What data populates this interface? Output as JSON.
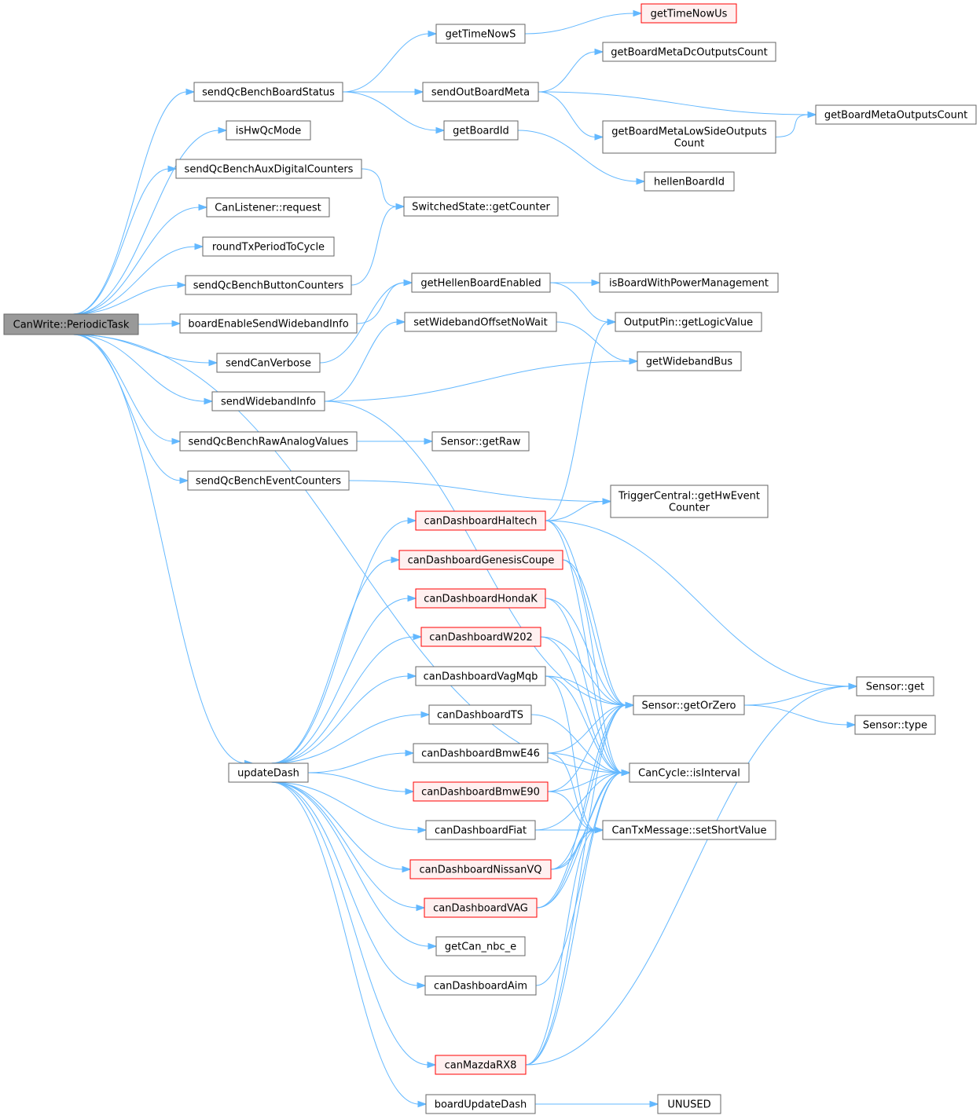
{
  "diagram": {
    "nodes": [
      {
        "id": "periodic",
        "label": "CanWrite::PeriodicTask",
        "style": "root"
      },
      {
        "id": "sendQcStatus",
        "label": "sendQcBenchBoardStatus"
      },
      {
        "id": "isHwQc",
        "label": "isHwQcMode"
      },
      {
        "id": "sendQcAux",
        "label": "sendQcBenchAuxDigitalCounters"
      },
      {
        "id": "canListener",
        "label": "CanListener::request"
      },
      {
        "id": "roundTx",
        "label": "roundTxPeriodToCycle"
      },
      {
        "id": "sendQcButton",
        "label": "sendQcBenchButtonCounters"
      },
      {
        "id": "boardEnableWb",
        "label": "boardEnableSendWidebandInfo"
      },
      {
        "id": "sendCanVerbose",
        "label": "sendCanVerbose"
      },
      {
        "id": "sendWbInfo",
        "label": "sendWidebandInfo"
      },
      {
        "id": "sendQcRaw",
        "label": "sendQcBenchRawAnalogValues"
      },
      {
        "id": "sendQcEvent",
        "label": "sendQcBenchEventCounters"
      },
      {
        "id": "updateDash",
        "label": "updateDash"
      },
      {
        "id": "getTimeNowS",
        "label": "getTimeNowS"
      },
      {
        "id": "getTimeNowUs",
        "label": "getTimeNowUs",
        "style": "red"
      },
      {
        "id": "sendOutBoardMeta",
        "label": "sendOutBoardMeta"
      },
      {
        "id": "getBoardId",
        "label": "getBoardId"
      },
      {
        "id": "metaDc",
        "label": "getBoardMetaDcOutputsCount"
      },
      {
        "id": "metaLow",
        "label": [
          "getBoardMetaLowSideOutputs",
          "Count"
        ]
      },
      {
        "id": "metaOut",
        "label": "getBoardMetaOutputsCount"
      },
      {
        "id": "hellenBoardId",
        "label": "hellenBoardId"
      },
      {
        "id": "switchedState",
        "label": "SwitchedState::getCounter"
      },
      {
        "id": "getHellenEnabled",
        "label": "getHellenBoardEnabled"
      },
      {
        "id": "isBoardPower",
        "label": "isBoardWithPowerManagement"
      },
      {
        "id": "getLogicValue",
        "label": "OutputPin::getLogicValue"
      },
      {
        "id": "setWbOffset",
        "label": "setWidebandOffsetNoWait"
      },
      {
        "id": "getWbBus",
        "label": "getWidebandBus"
      },
      {
        "id": "sensorGetRaw",
        "label": "Sensor::getRaw"
      },
      {
        "id": "triggerCentral",
        "label": [
          "TriggerCentral::getHwEvent",
          "Counter"
        ]
      },
      {
        "id": "dashHaltech",
        "label": "canDashboardHaltech",
        "style": "red"
      },
      {
        "id": "dashGenesis",
        "label": "canDashboardGenesisCoupe",
        "style": "red"
      },
      {
        "id": "dashHonda",
        "label": "canDashboardHondaK",
        "style": "red"
      },
      {
        "id": "dashW202",
        "label": "canDashboardW202",
        "style": "red"
      },
      {
        "id": "dashVagMqb",
        "label": "canDashboardVagMqb"
      },
      {
        "id": "dashTS",
        "label": "canDashboardTS"
      },
      {
        "id": "dashE46",
        "label": "canDashboardBmwE46"
      },
      {
        "id": "dashE90",
        "label": "canDashboardBmwE90",
        "style": "red"
      },
      {
        "id": "dashFiat",
        "label": "canDashboardFiat"
      },
      {
        "id": "dashNissan",
        "label": "canDashboardNissanVQ",
        "style": "red"
      },
      {
        "id": "dashVAG",
        "label": "canDashboardVAG",
        "style": "red"
      },
      {
        "id": "getCanNbc",
        "label": "getCan_nbc_e"
      },
      {
        "id": "dashAim",
        "label": "canDashboardAim"
      },
      {
        "id": "mazdaRX8",
        "label": "canMazdaRX8",
        "style": "red"
      },
      {
        "id": "boardUpdateDash",
        "label": "boardUpdateDash"
      },
      {
        "id": "getOrZero",
        "label": "Sensor::getOrZero"
      },
      {
        "id": "isInterval",
        "label": "CanCycle::isInterval"
      },
      {
        "id": "setShort",
        "label": "CanTxMessage::setShortValue"
      },
      {
        "id": "unused",
        "label": "UNUSED"
      },
      {
        "id": "sensorGet",
        "label": "Sensor::get"
      },
      {
        "id": "sensorType",
        "label": "Sensor::type"
      }
    ],
    "edges": [
      [
        "periodic",
        "sendQcStatus"
      ],
      [
        "periodic",
        "isHwQc"
      ],
      [
        "periodic",
        "sendQcAux"
      ],
      [
        "periodic",
        "canListener"
      ],
      [
        "periodic",
        "roundTx"
      ],
      [
        "periodic",
        "sendQcButton"
      ],
      [
        "periodic",
        "boardEnableWb"
      ],
      [
        "periodic",
        "sendCanVerbose"
      ],
      [
        "periodic",
        "sendWbInfo"
      ],
      [
        "periodic",
        "sendQcRaw"
      ],
      [
        "periodic",
        "sendQcEvent"
      ],
      [
        "periodic",
        "updateDash"
      ],
      [
        "periodic",
        "isInterval"
      ],
      [
        "sendQcStatus",
        "getTimeNowS"
      ],
      [
        "sendQcStatus",
        "sendOutBoardMeta"
      ],
      [
        "sendQcStatus",
        "getBoardId"
      ],
      [
        "getTimeNowS",
        "getTimeNowUs"
      ],
      [
        "sendOutBoardMeta",
        "metaDc"
      ],
      [
        "sendOutBoardMeta",
        "metaLow"
      ],
      [
        "sendOutBoardMeta",
        "metaOut"
      ],
      [
        "metaLow",
        "metaOut"
      ],
      [
        "getBoardId",
        "hellenBoardId"
      ],
      [
        "sendQcAux",
        "switchedState"
      ],
      [
        "sendQcButton",
        "switchedState"
      ],
      [
        "boardEnableWb",
        "getHellenEnabled"
      ],
      [
        "sendCanVerbose",
        "getHellenEnabled"
      ],
      [
        "getHellenEnabled",
        "isBoardPower"
      ],
      [
        "getHellenEnabled",
        "getLogicValue"
      ],
      [
        "sendWbInfo",
        "setWbOffset"
      ],
      [
        "sendWbInfo",
        "getWbBus"
      ],
      [
        "sendWbInfo",
        "getOrZero"
      ],
      [
        "setWbOffset",
        "getWbBus"
      ],
      [
        "sendQcRaw",
        "sensorGetRaw"
      ],
      [
        "sendQcEvent",
        "triggerCentral"
      ],
      [
        "updateDash",
        "dashHaltech"
      ],
      [
        "updateDash",
        "dashGenesis"
      ],
      [
        "updateDash",
        "dashHonda"
      ],
      [
        "updateDash",
        "dashW202"
      ],
      [
        "updateDash",
        "dashVagMqb"
      ],
      [
        "updateDash",
        "dashTS"
      ],
      [
        "updateDash",
        "dashE46"
      ],
      [
        "updateDash",
        "dashE90"
      ],
      [
        "updateDash",
        "dashFiat"
      ],
      [
        "updateDash",
        "dashNissan"
      ],
      [
        "updateDash",
        "dashVAG"
      ],
      [
        "updateDash",
        "getCanNbc"
      ],
      [
        "updateDash",
        "dashAim"
      ],
      [
        "updateDash",
        "mazdaRX8"
      ],
      [
        "updateDash",
        "boardUpdateDash"
      ],
      [
        "dashHaltech",
        "getLogicValue"
      ],
      [
        "dashHaltech",
        "triggerCentral"
      ],
      [
        "dashHaltech",
        "sensorGet"
      ],
      [
        "dashHaltech",
        "getOrZero"
      ],
      [
        "dashHaltech",
        "isInterval"
      ],
      [
        "dashGenesis",
        "getOrZero"
      ],
      [
        "dashGenesis",
        "isInterval"
      ],
      [
        "dashHonda",
        "getOrZero"
      ],
      [
        "dashHonda",
        "isInterval"
      ],
      [
        "dashW202",
        "getOrZero"
      ],
      [
        "dashW202",
        "isInterval"
      ],
      [
        "dashVagMqb",
        "getOrZero"
      ],
      [
        "dashVagMqb",
        "isInterval"
      ],
      [
        "dashVagMqb",
        "setShort"
      ],
      [
        "dashTS",
        "isInterval"
      ],
      [
        "dashE46",
        "getOrZero"
      ],
      [
        "dashE46",
        "isInterval"
      ],
      [
        "dashE46",
        "setShort"
      ],
      [
        "dashE90",
        "getOrZero"
      ],
      [
        "dashE90",
        "isInterval"
      ],
      [
        "dashE90",
        "setShort"
      ],
      [
        "dashFiat",
        "isInterval"
      ],
      [
        "dashFiat",
        "setShort"
      ],
      [
        "dashNissan",
        "getOrZero"
      ],
      [
        "dashNissan",
        "isInterval"
      ],
      [
        "dashNissan",
        "setShort"
      ],
      [
        "dashVAG",
        "getOrZero"
      ],
      [
        "dashVAG",
        "isInterval"
      ],
      [
        "dashVAG",
        "setShort"
      ],
      [
        "dashAim",
        "isInterval"
      ],
      [
        "mazdaRX8",
        "getOrZero"
      ],
      [
        "mazdaRX8",
        "isInterval"
      ],
      [
        "mazdaRX8",
        "setShort"
      ],
      [
        "mazdaRX8",
        "sensorGet"
      ],
      [
        "boardUpdateDash",
        "unused"
      ],
      [
        "getOrZero",
        "sensorGet"
      ],
      [
        "getOrZero",
        "sensorType"
      ]
    ]
  }
}
